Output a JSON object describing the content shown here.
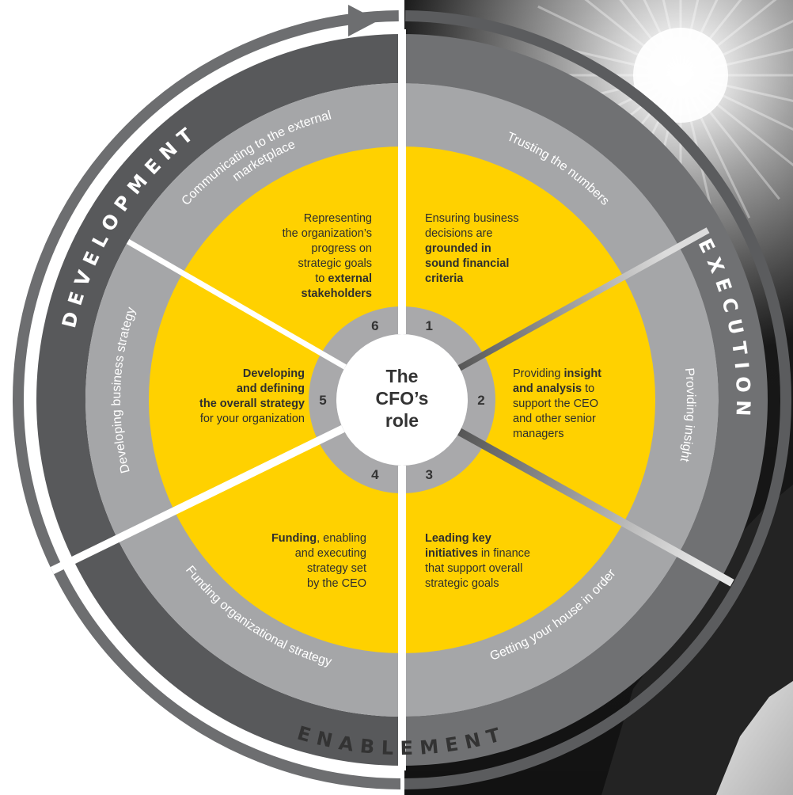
{
  "center": {
    "lines": [
      "The",
      "CFO’s",
      "role"
    ]
  },
  "phases": {
    "development": "DEVELOPMENT",
    "execution": "EXECUTION",
    "enablement": "ENABLEMENT"
  },
  "ring_labels": {
    "communicating": [
      "Communicating to the external",
      "marketplace"
    ],
    "trusting": "Trusting the numbers",
    "providing_insight": "Providing insight",
    "getting_house": "Getting your house in order",
    "funding_strategy": "Funding organizational strategy",
    "developing_strategy": "Developing business strategy"
  },
  "segments": [
    {
      "number": "1",
      "lines": [
        [
          {
            "t": "Ensuring business",
            "b": false
          }
        ],
        [
          {
            "t": "decisions are",
            "b": false
          }
        ],
        [
          {
            "t": "grounded in",
            "b": true
          }
        ],
        [
          {
            "t": "sound financial",
            "b": true
          }
        ],
        [
          {
            "t": "criteria",
            "b": true
          }
        ]
      ]
    },
    {
      "number": "2",
      "lines": [
        [
          {
            "t": "Providing ",
            "b": false
          },
          {
            "t": "insight",
            "b": true
          }
        ],
        [
          {
            "t": "and analysis",
            "b": true
          },
          {
            "t": " to",
            "b": false
          }
        ],
        [
          {
            "t": "support the CEO",
            "b": false
          }
        ],
        [
          {
            "t": "and other senior",
            "b": false
          }
        ],
        [
          {
            "t": "managers",
            "b": false
          }
        ]
      ]
    },
    {
      "number": "3",
      "lines": [
        [
          {
            "t": "Leading key",
            "b": true
          }
        ],
        [
          {
            "t": "initiatives",
            "b": true
          },
          {
            "t": " in finance",
            "b": false
          }
        ],
        [
          {
            "t": "that support overall",
            "b": false
          }
        ],
        [
          {
            "t": "strategic goals",
            "b": false
          }
        ]
      ]
    },
    {
      "number": "4",
      "lines": [
        [
          {
            "t": "Funding",
            "b": true
          },
          {
            "t": ", enabling",
            "b": false
          }
        ],
        [
          {
            "t": "and executing",
            "b": false
          }
        ],
        [
          {
            "t": "strategy set",
            "b": false
          }
        ],
        [
          {
            "t": "by the CEO",
            "b": false
          }
        ]
      ]
    },
    {
      "number": "5",
      "lines": [
        [
          {
            "t": "Developing",
            "b": true
          }
        ],
        [
          {
            "t": "and defining",
            "b": true
          }
        ],
        [
          {
            "t": "the overall strategy",
            "b": true
          }
        ],
        [
          {
            "t": "for your organization",
            "b": false
          }
        ]
      ]
    },
    {
      "number": "6",
      "lines": [
        [
          {
            "t": "Representing",
            "b": false
          }
        ],
        [
          {
            "t": "the organization’s",
            "b": false
          }
        ],
        [
          {
            "t": "progress on",
            "b": false
          }
        ],
        [
          {
            "t": "strategic goals",
            "b": false
          }
        ],
        [
          {
            "t": "to ",
            "b": false
          },
          {
            "t": "external",
            "b": true
          }
        ],
        [
          {
            "t": "stakeholders",
            "b": true
          }
        ]
      ]
    }
  ],
  "colors": {
    "yellow": "#FFD100",
    "ring_light": "#A5A6A8",
    "ring_dark_left": "#58595B",
    "ring_dark_right": "#707173",
    "hub": "#A9A9AB",
    "center": "#FFFFFF",
    "text": "#333333"
  }
}
